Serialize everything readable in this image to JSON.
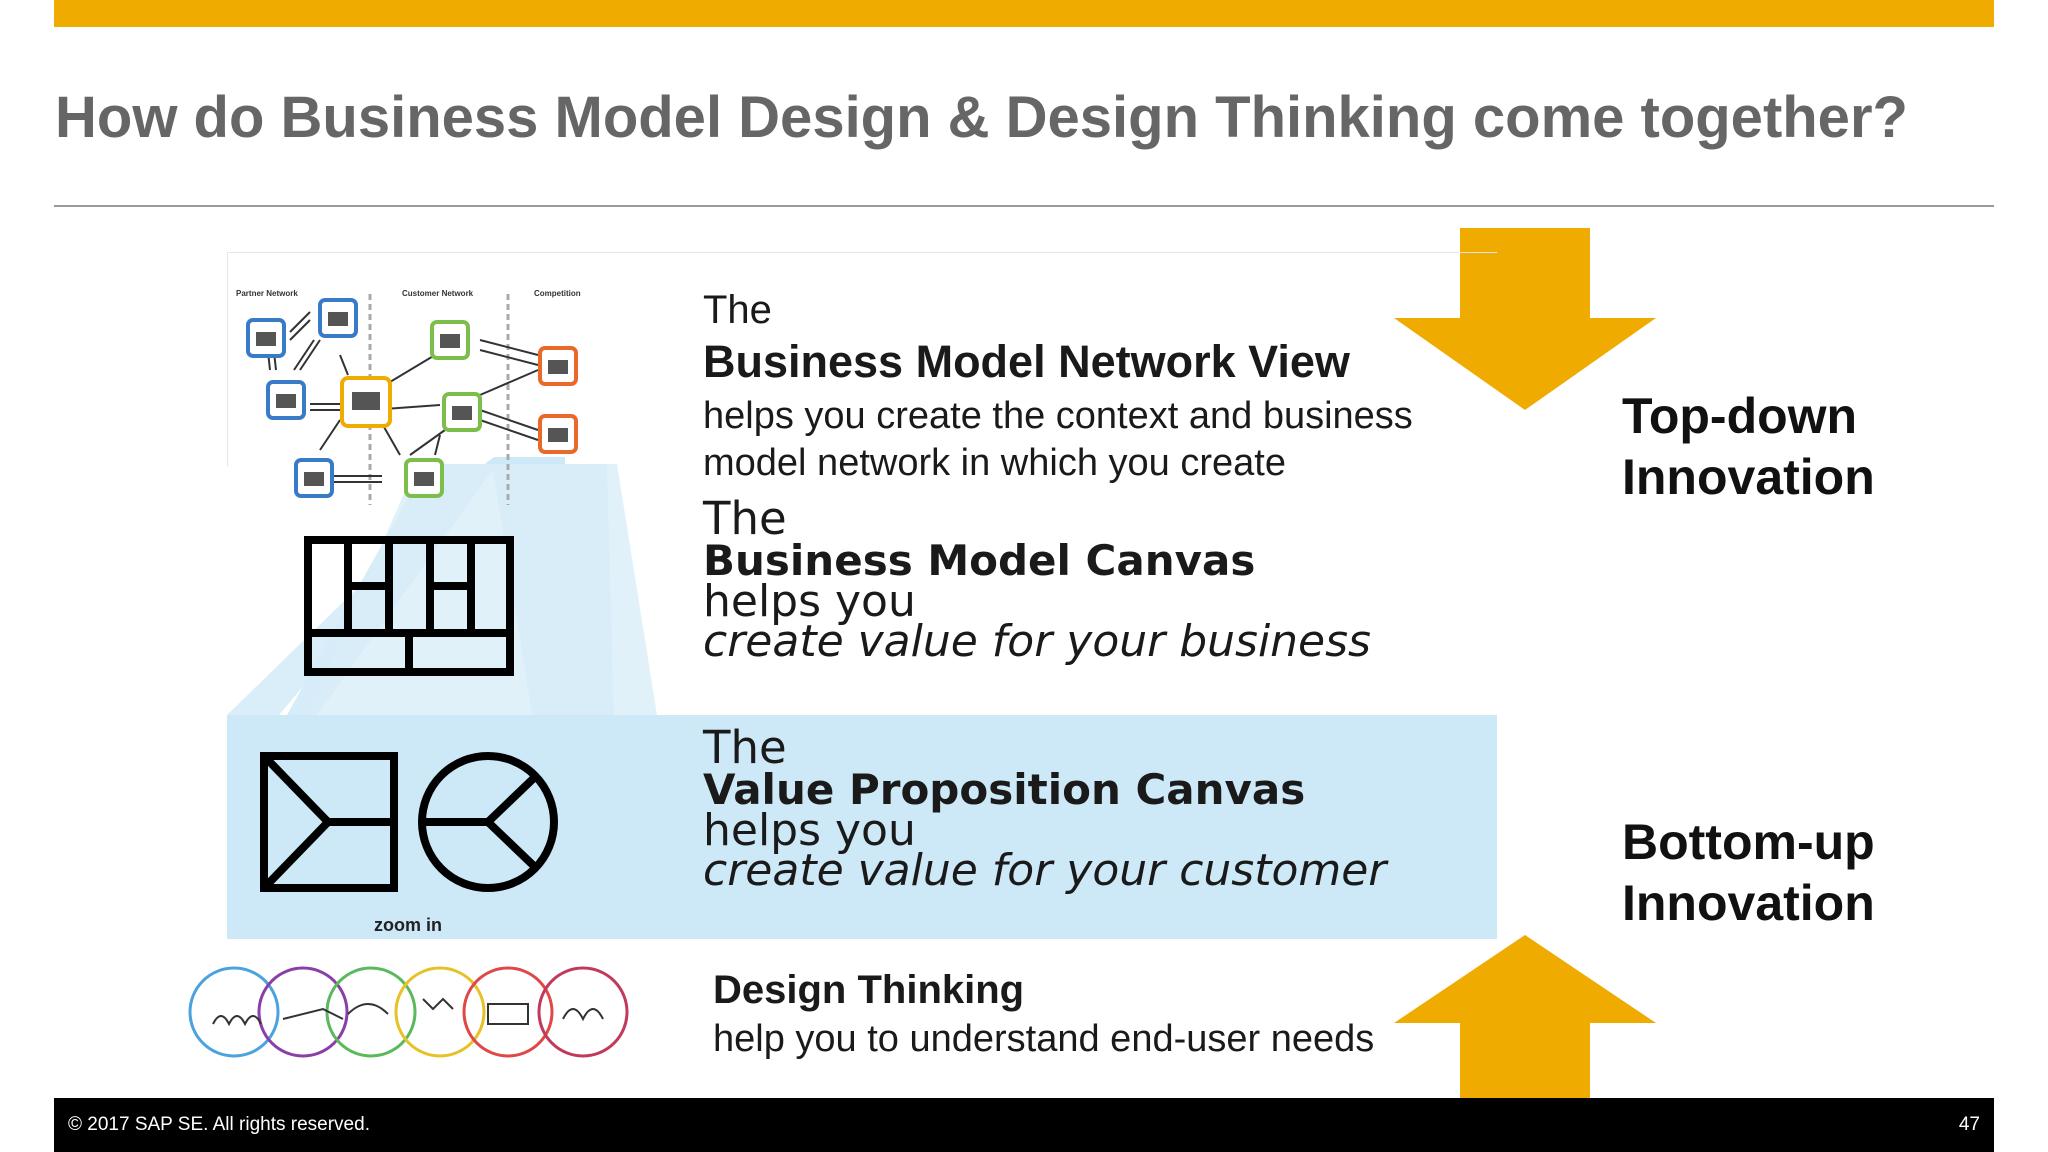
{
  "slide": {
    "title": "How do Business Model Design & Design Thinking come together?",
    "accent_color": "#f0ab00"
  },
  "network_view": {
    "the": "The",
    "heading": "Business Model Network View",
    "body_line1": "helps you create the context and business",
    "body_line2": "model network in which you create",
    "column_labels": [
      "Partner Network",
      "Customer Network",
      "Competition"
    ]
  },
  "business_model_canvas": {
    "the": "The",
    "heading": "Business Model Canvas",
    "helps": "helps you",
    "purpose": "create value for your business"
  },
  "value_proposition_canvas": {
    "the": "The",
    "heading": "Value Proposition Canvas",
    "helps": "helps you",
    "purpose": "create value for your customer",
    "zoom_label": "zoom in",
    "band_color": "#cde8f6"
  },
  "design_thinking": {
    "heading": "Design Thinking",
    "body": "help you to understand end-user needs"
  },
  "side_labels": {
    "top_down_line1": "Top-down",
    "top_down_line2": "Innovation",
    "bottom_up_line1": "Bottom-up",
    "bottom_up_line2": "Innovation"
  },
  "footer": {
    "copyright": "© 2017 SAP SE. All rights reserved.",
    "page_number": "47"
  }
}
